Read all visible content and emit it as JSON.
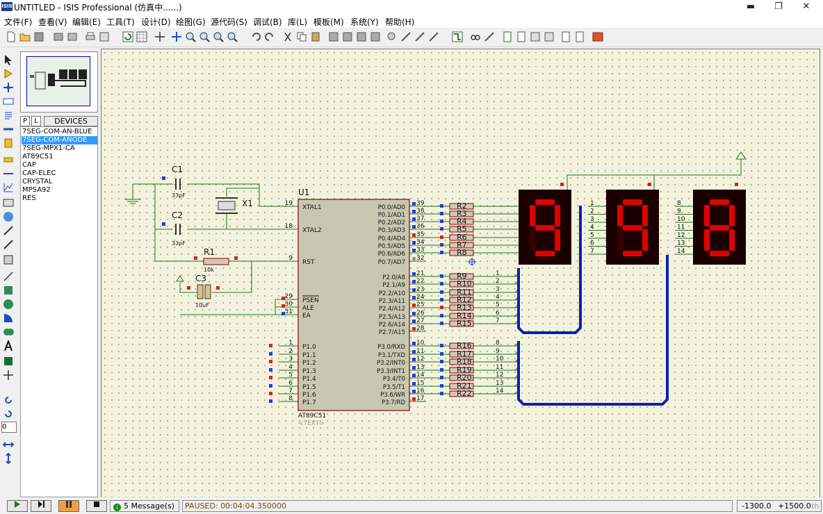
{
  "window": {
    "title": "UNTITLED - ISIS Professional (仿真中......)",
    "app_icon_text": "ISIS",
    "minimize": "▬",
    "restore": "❐",
    "close": "✕"
  },
  "menu": [
    "文件(F)",
    "查看(V)",
    "编辑(E)",
    "工具(T)",
    "设计(D)",
    "绘图(G)",
    "源代码(S)",
    "调试(B)",
    "库(L)",
    "模板(M)",
    "系统(Y)",
    "帮助(H)"
  ],
  "sidebar": {
    "tab_p": "P",
    "tab_l": "L",
    "devices_title": "DEVICES",
    "devices": [
      "7SEG-COM-AN-BLUE",
      "7SEG-COM-ANODE",
      "7SEG-MPX1-CA",
      "AT89C51",
      "CAP",
      "CAP-ELEC",
      "CRYSTAL",
      "MPSA92",
      "RES"
    ],
    "selected_index": 1,
    "rotation_value": "0"
  },
  "schematic": {
    "u1": {
      "ref": "U1",
      "part": "AT89C51",
      "text": "<TEXT>"
    },
    "left_pins": [
      {
        "num": "19",
        "name": "XTAL1"
      },
      {
        "num": "18",
        "name": "XTAL2"
      },
      {
        "num": "9",
        "name": "RST"
      },
      {
        "num": "29",
        "name": "PSEN"
      },
      {
        "num": "30",
        "name": "ALE"
      },
      {
        "num": "31",
        "name": "EA"
      },
      {
        "num": "1",
        "name": "P1.0"
      },
      {
        "num": "2",
        "name": "P1.1"
      },
      {
        "num": "3",
        "name": "P1.2"
      },
      {
        "num": "4",
        "name": "P1.3"
      },
      {
        "num": "5",
        "name": "P1.4"
      },
      {
        "num": "6",
        "name": "P1.5"
      },
      {
        "num": "7",
        "name": "P1.6"
      },
      {
        "num": "8",
        "name": "P1.7"
      }
    ],
    "right_pins": [
      {
        "num": "39",
        "name": "P0.0/AD0"
      },
      {
        "num": "38",
        "name": "P0.1/AD1"
      },
      {
        "num": "37",
        "name": "P0.2/AD2"
      },
      {
        "num": "36",
        "name": "P0.3/AD3"
      },
      {
        "num": "35",
        "name": "P0.4/AD4"
      },
      {
        "num": "34",
        "name": "P0.5/AD5"
      },
      {
        "num": "33",
        "name": "P0.6/AD6"
      },
      {
        "num": "32",
        "name": "P0.7/AD7"
      },
      {
        "num": "21",
        "name": "P2.0/A8"
      },
      {
        "num": "22",
        "name": "P2.1/A9"
      },
      {
        "num": "23",
        "name": "P2.2/A10"
      },
      {
        "num": "24",
        "name": "P2.3/A11"
      },
      {
        "num": "25",
        "name": "P2.4/A12"
      },
      {
        "num": "26",
        "name": "P2.5/A13"
      },
      {
        "num": "27",
        "name": "P2.6/A14"
      },
      {
        "num": "28",
        "name": "P2.7/A15"
      },
      {
        "num": "10",
        "name": "P3.0/RXD"
      },
      {
        "num": "11",
        "name": "P3.1/TXD"
      },
      {
        "num": "12",
        "name": "P3.2/INT0"
      },
      {
        "num": "13",
        "name": "P3.3/INT1"
      },
      {
        "num": "14",
        "name": "P3.4/T0"
      },
      {
        "num": "15",
        "name": "P3.5/T1"
      },
      {
        "num": "16",
        "name": "P3.6/WR"
      },
      {
        "num": "17",
        "name": "P3.7/RD"
      }
    ],
    "components": {
      "c1": {
        "ref": "C1",
        "value": "33pF"
      },
      "c2": {
        "ref": "C2",
        "value": "33pF"
      },
      "x1": {
        "ref": "X1"
      },
      "r1": {
        "ref": "R1",
        "value": "10k"
      },
      "c3": {
        "ref": "C3",
        "value": "10uF"
      }
    },
    "resistors_p0": [
      "R2",
      "R3",
      "R4",
      "R5",
      "R6",
      "R7",
      "R8"
    ],
    "resistors_p2": [
      "R9",
      "R10",
      "R11",
      "R12",
      "R13",
      "R14",
      "R15"
    ],
    "resistors_p3": [
      "R16",
      "R17",
      "R18",
      "R19",
      "R20",
      "R21",
      "R22"
    ],
    "bus_labels_p2": [
      "1",
      "2",
      "3",
      "4",
      "5",
      "6",
      "7"
    ],
    "bus_labels_p3": [
      "8",
      "9",
      "10",
      "11",
      "12",
      "13",
      "14"
    ],
    "display2_pins": [
      "1",
      "2",
      "3",
      "4",
      "5",
      "6",
      "7"
    ],
    "display3_pins": [
      "8",
      "9",
      "10",
      "11",
      "12",
      "13",
      "14"
    ],
    "displays": [
      "9",
      "9",
      "8"
    ],
    "display_color": "#e00000"
  },
  "status": {
    "controls": [
      "play",
      "step",
      "pause",
      "stop"
    ],
    "messages": "5 Message(s)",
    "state": "PAUSED: 00:04:04.350000",
    "coord_x": "-1300.0",
    "coord_y": "+1500.0",
    "unit": "th"
  }
}
